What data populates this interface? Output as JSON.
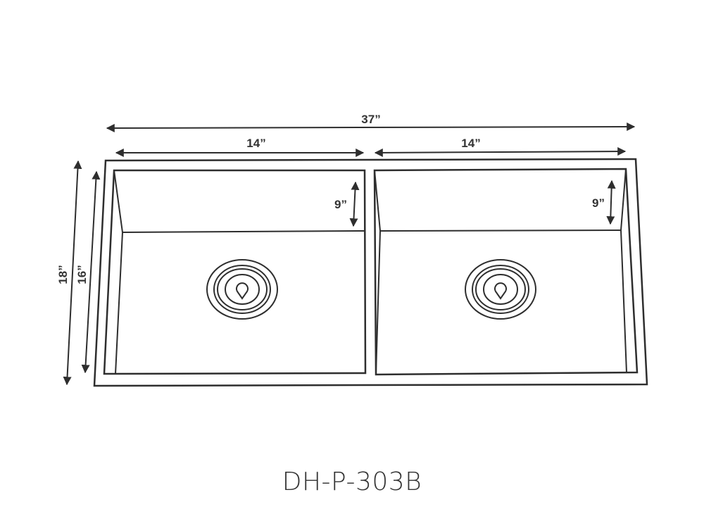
{
  "dimensions": {
    "overall_width": "37”",
    "left_bowl_width": "14”",
    "right_bowl_width": "14”",
    "left_bowl_depth": "9”",
    "right_bowl_depth": "9”",
    "overall_length": "18”",
    "bowl_length": "16”"
  },
  "model": {
    "name": "DH-P-303B"
  },
  "colors": {
    "line": "#2e2e2e",
    "text": "#333333",
    "background": "#ffffff"
  }
}
